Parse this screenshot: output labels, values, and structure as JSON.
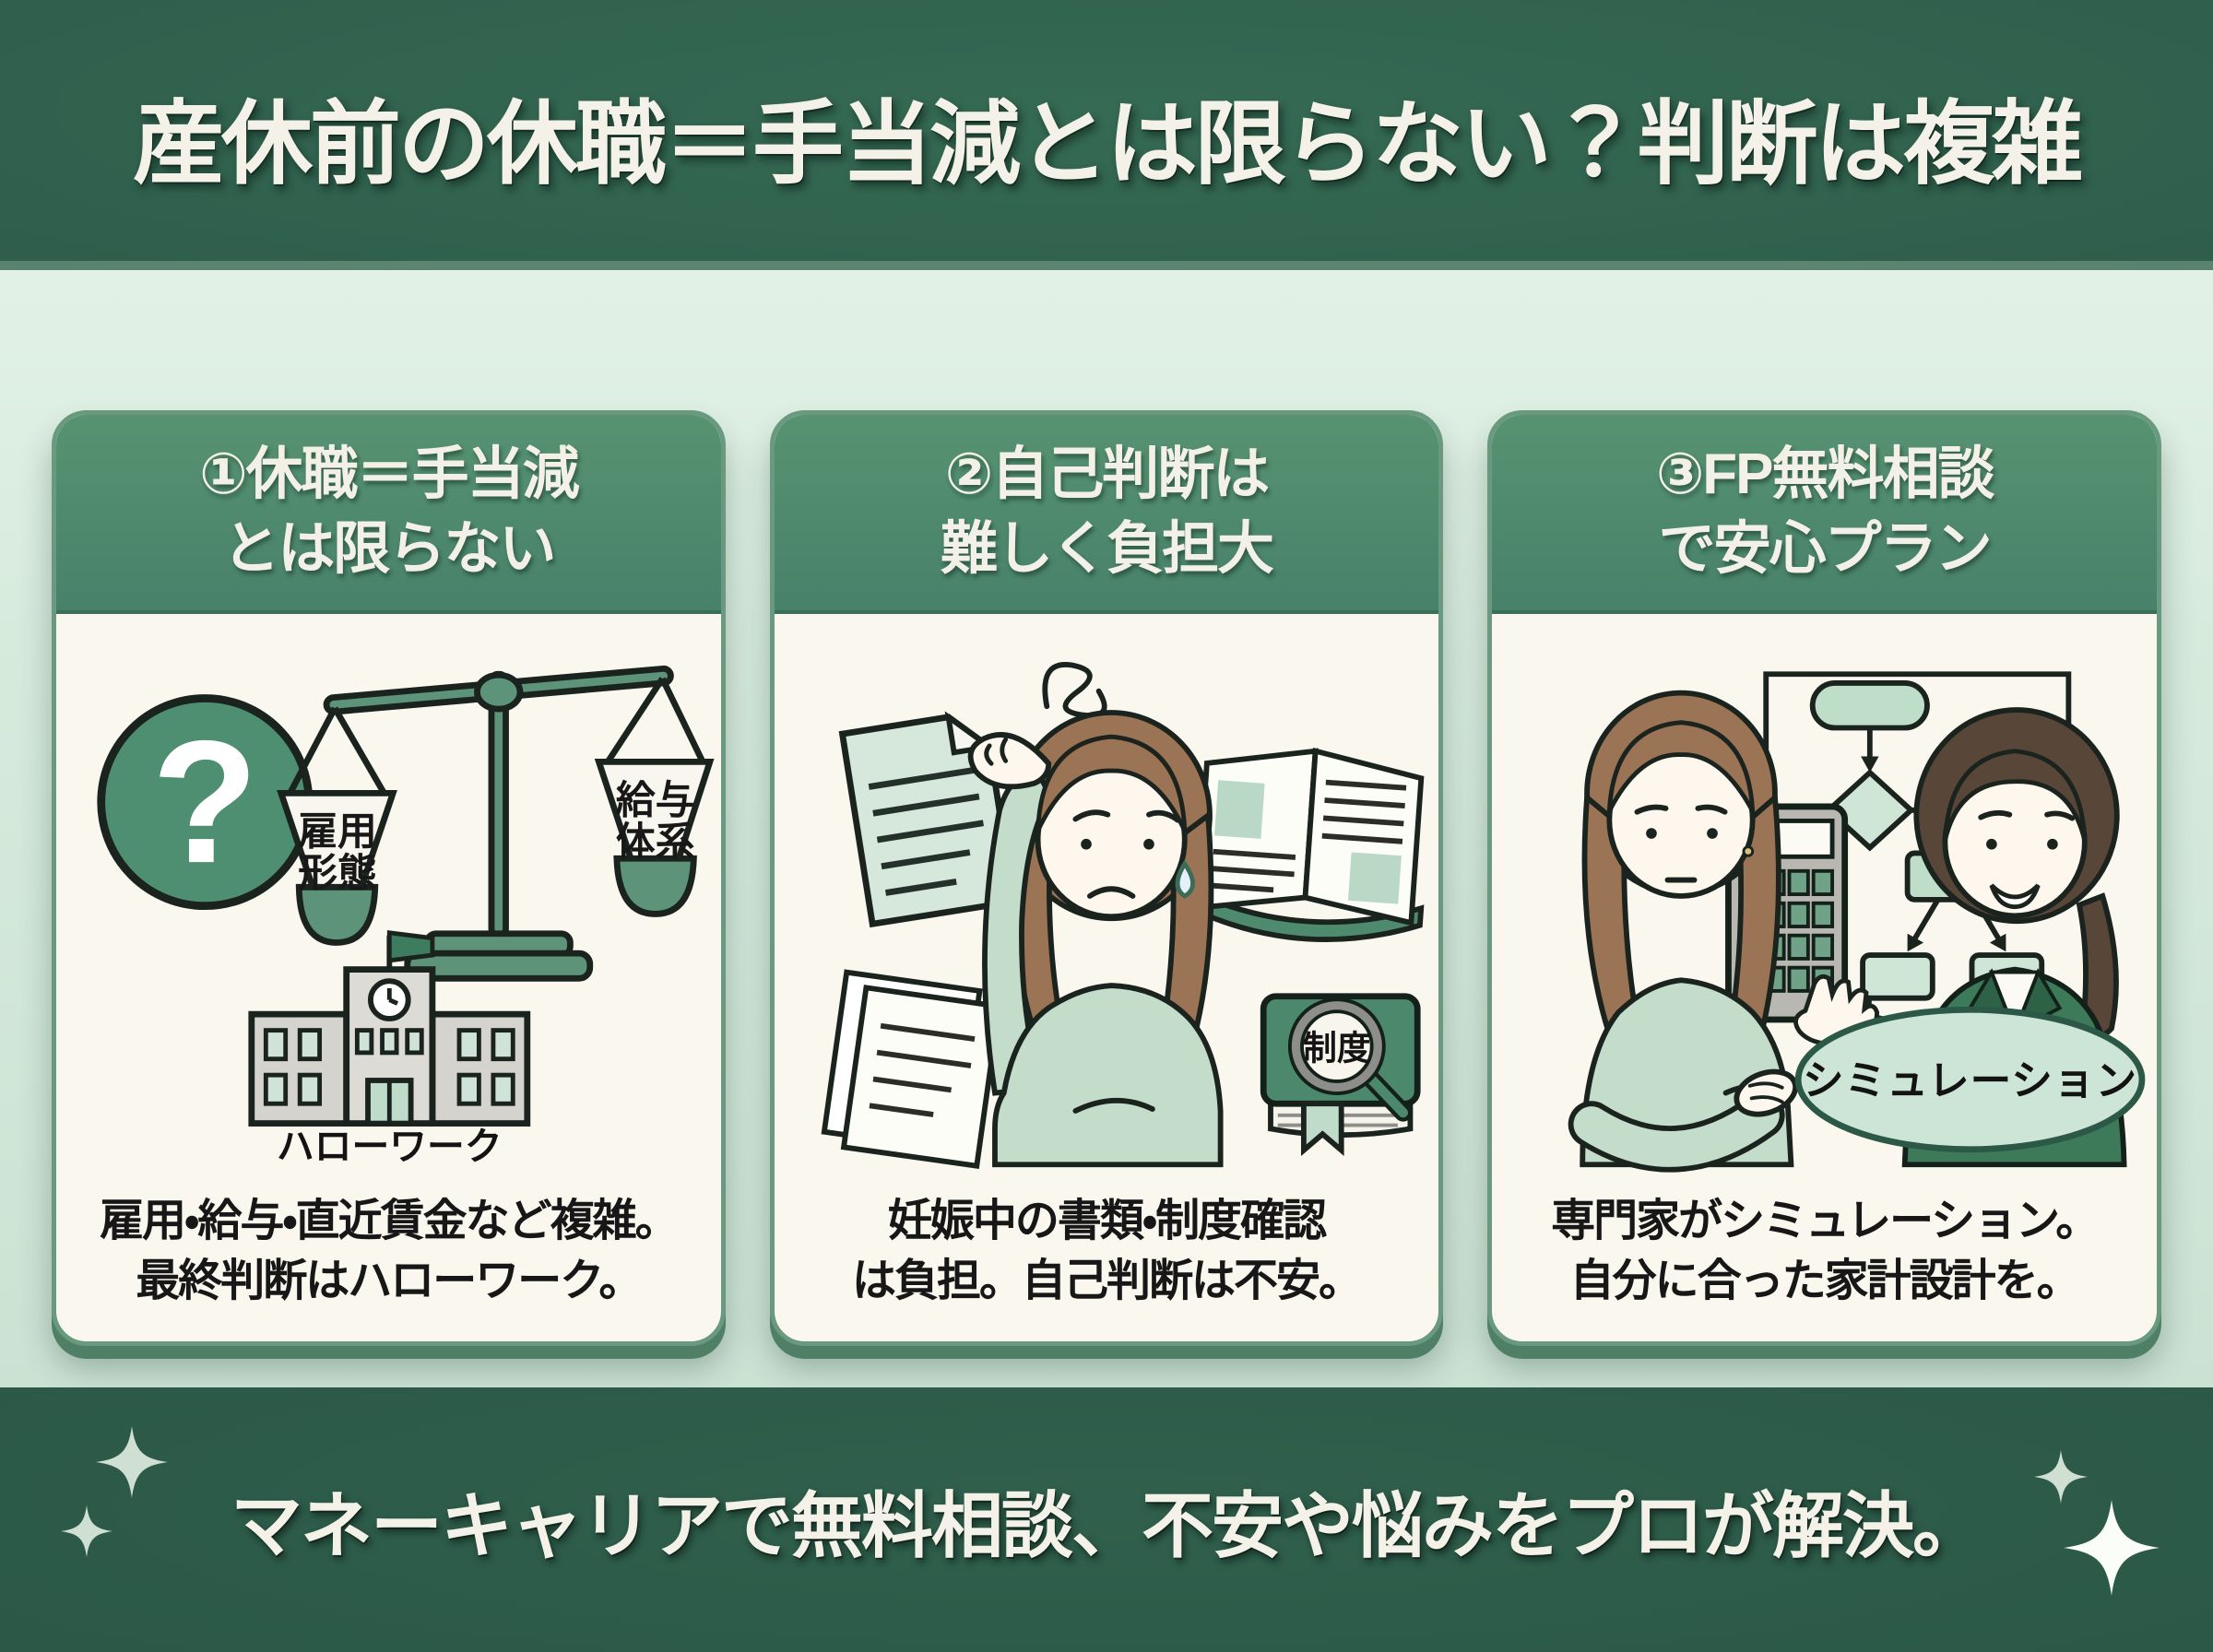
{
  "header": {
    "title": "産休前の休職＝手当減とは限らない？判断は複雑"
  },
  "cards": [
    {
      "title_line1": "①休職＝手当減",
      "title_line2": "とは限らない",
      "caption_line1": "雇用・給与・直近賃金など複雑。",
      "caption_line2": "最終判断はハローワーク。",
      "illustration": {
        "question_mark": "?",
        "scale_left_line1": "雇用",
        "scale_left_line2": "形態",
        "scale_right_line1": "給与",
        "scale_right_line2": "体系",
        "building_label": "ハローワーク"
      }
    },
    {
      "title_line1": "②自己判断は",
      "title_line2": "難しく負担大",
      "caption_line1": "妊娠中の書類・制度確認",
      "caption_line2": "は負担。自己判断は不安。",
      "illustration": {
        "book_label": "制度"
      }
    },
    {
      "title_line1": "③FP無料相談",
      "title_line2": "で安心プラン",
      "caption_line1": "専門家がシミュレーション。",
      "caption_line2": "自分に合った家計設計を。",
      "illustration": {
        "bubble_label": "シミュレーション"
      }
    }
  ],
  "footer": {
    "message": "マネーキャリアで無料相談、不安や悩みをプロが解決。"
  },
  "colors": {
    "banner_green": "#2e5d4b",
    "card_header_green": "#4e8a6d",
    "card_body_cream": "#f9f7ee",
    "background_mint": "#d5e9db",
    "illustration_green": "#5d9379",
    "illustration_light_green": "#c3ddca",
    "outline_dark": "#1b231e",
    "text_dark": "#171717",
    "text_light": "#f4f2e8"
  }
}
